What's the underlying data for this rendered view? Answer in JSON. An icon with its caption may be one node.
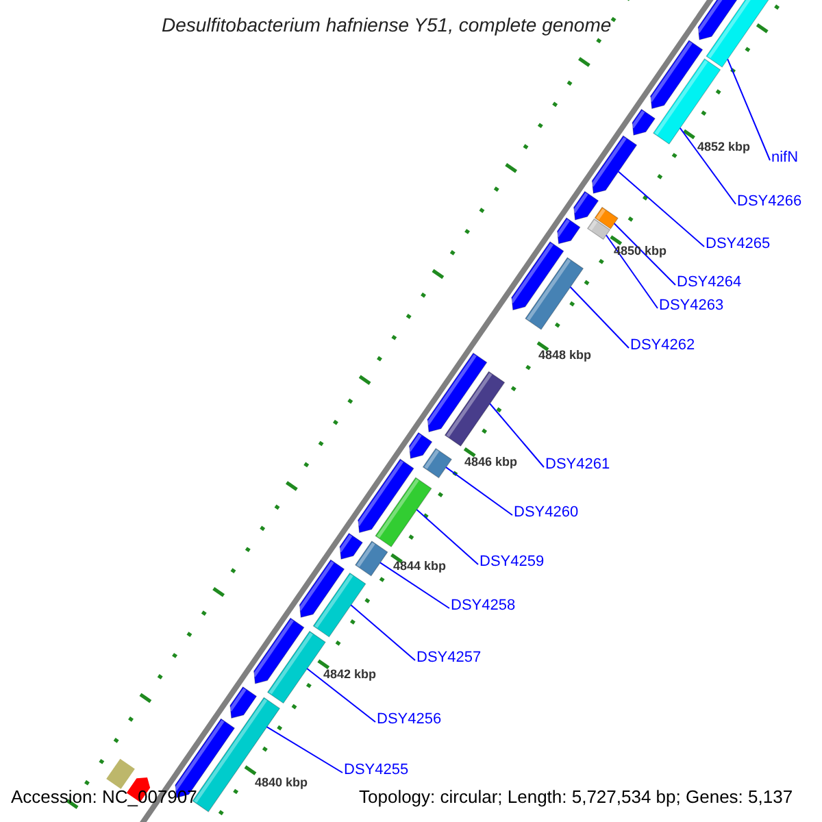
{
  "diagram": {
    "title": "Desulfitobacterium hafniense Y51, complete genome",
    "nodes": [
      {
        "text": [
          "nifN"
        ]
      },
      {
        "text": [
          "DSY4266"
        ]
      },
      {
        "text": [
          "DSY4265"
        ]
      },
      {
        "text": [
          "DSY4264"
        ]
      },
      {
        "text": [
          "DSY4263"
        ]
      },
      {
        "text": [
          "DSY4262"
        ]
      },
      {
        "text": [
          "DSY4261"
        ]
      },
      {
        "text": [
          "DSY4260"
        ]
      },
      {
        "text": [
          "DSY4259"
        ]
      },
      {
        "text": [
          "DSY4258"
        ]
      },
      {
        "text": [
          "DSY4257"
        ]
      },
      {
        "text": [
          "DSY4256"
        ]
      },
      {
        "text": [
          "DSY4255"
        ]
      },
      {
        "text": [],
        "shape": "bar"
      },
      {
        "text": [],
        "shape": "bar"
      },
      {
        "text": [],
        "shape": "arrow"
      },
      {
        "text": [],
        "shape": "bar"
      },
      {
        "text": [],
        "shape": "bar"
      },
      {
        "text": [],
        "shape": "bar"
      },
      {
        "text": [],
        "shape": "bar"
      },
      {
        "text": [],
        "shape": "bar"
      },
      {
        "text": [],
        "shape": "bar"
      },
      {
        "text": [],
        "shape": "bar"
      },
      {
        "text": [],
        "shape": "bar"
      },
      {
        "text": [],
        "shape": "bar"
      },
      {
        "text": [],
        "shape": "bar"
      }
    ],
    "edges": [
      {
        "from": 0,
        "to": 13,
        "arrow": "none"
      },
      {
        "from": 1,
        "to": 14,
        "arrow": "none"
      },
      {
        "from": 2,
        "to": 15,
        "arrow": "none"
      },
      {
        "from": 3,
        "to": 16,
        "arrow": "none"
      },
      {
        "from": 4,
        "to": 17,
        "arrow": "none"
      },
      {
        "from": 5,
        "to": 18,
        "arrow": "none"
      },
      {
        "from": 6,
        "to": 19,
        "arrow": "none"
      },
      {
        "from": 7,
        "to": 20,
        "arrow": "none"
      },
      {
        "from": 8,
        "to": 21,
        "arrow": "none"
      },
      {
        "from": 9,
        "to": 22,
        "arrow": "none"
      },
      {
        "from": 10,
        "to": 23,
        "arrow": "none"
      },
      {
        "from": 11,
        "to": 24,
        "arrow": "none"
      },
      {
        "from": 12,
        "to": 25,
        "arrow": "none"
      }
    ],
    "labels": [
      "4852 kbp",
      "4850 kbp",
      "4848 kbp",
      "4846 kbp",
      "4844 kbp",
      "4842 kbp",
      "4840 kbp",
      "Accession: NC_007907",
      "Topology: circular; Length: 5,727,534 bp; Genes: 5,137"
    ]
  }
}
